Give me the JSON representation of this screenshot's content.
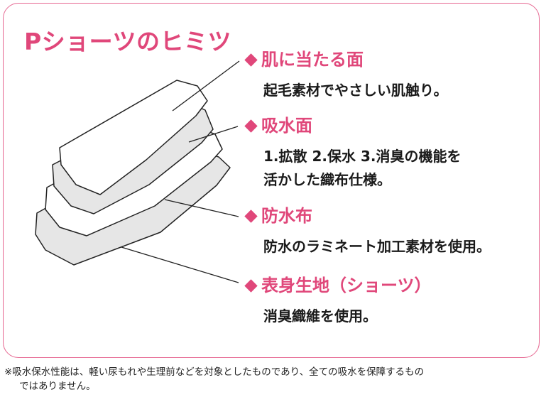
{
  "title": "Pショーツのヒミツ",
  "colors": {
    "accent": "#e0477a",
    "border": "#e66791",
    "layer_fill_gray": "#e6e6e6",
    "text": "#1a1a1a"
  },
  "features": [
    {
      "heading": "肌に当たる面",
      "icon": "diamond-bullet",
      "description": "起毛素材でやさしい肌触り。"
    },
    {
      "heading": "吸水面",
      "icon": "diamond-bullet",
      "description": "1.拡散  2.保水  3.消臭の機能を\n活かした織布仕様。"
    },
    {
      "heading": "防水布",
      "icon": "diamond-bullet",
      "description": "防水のラミネート加工素材を使用。"
    },
    {
      "heading": "表身生地（ショーツ）",
      "icon": "diamond-bullet",
      "description": "消臭織維を使用。"
    }
  ],
  "footnote": {
    "line1": "※吸水保水性能は、軽い尿もれや生理前などを対象としたものであり、全ての吸水を保障するもの",
    "line2": "ではありません。"
  }
}
